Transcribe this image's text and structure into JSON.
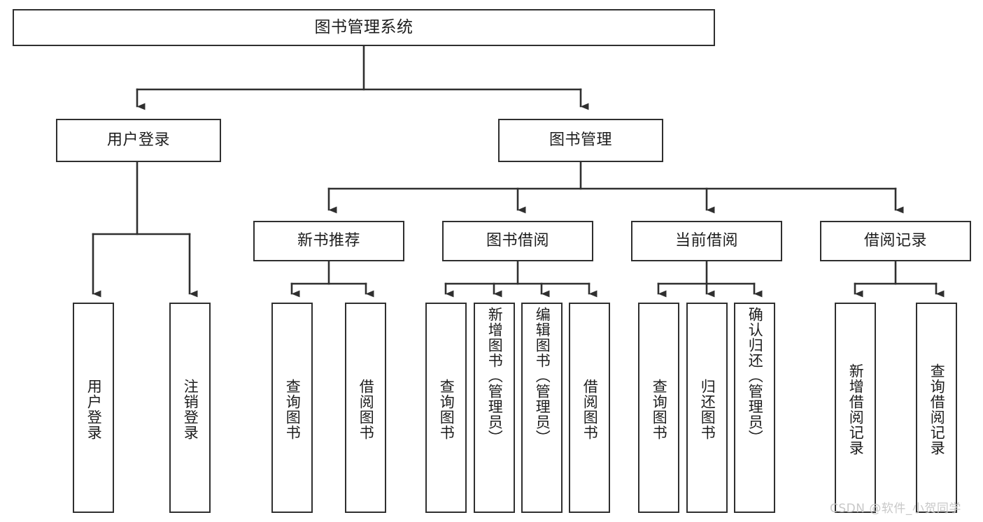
{
  "diagram": {
    "title": "图书管理系统",
    "type": "tree-hierarchy-diagram",
    "colors": {
      "stroke": "#2f2f2f",
      "fill": "#ffffff",
      "text": "#1d1d1d",
      "watermark": "#c8c8c8"
    },
    "nodes": {
      "root": {
        "label": "图书管理系统"
      },
      "level2": [
        {
          "id": "user-login",
          "label": "用户登录"
        },
        {
          "id": "book-manage",
          "label": "图书管理"
        }
      ],
      "level3": [
        {
          "id": "new-book-recommend",
          "label": "新书推荐"
        },
        {
          "id": "book-borrow",
          "label": "图书借阅"
        },
        {
          "id": "current-borrow",
          "label": "当前借阅"
        },
        {
          "id": "borrow-record",
          "label": "借阅记录"
        }
      ],
      "leaves": {
        "user_login": [
          {
            "id": "leaf-user-login",
            "label": "用户登录"
          },
          {
            "id": "leaf-logout",
            "label": "注销登录"
          }
        ],
        "new_book_recommend": [
          {
            "id": "leaf-query-book-1",
            "label": "查询图书"
          },
          {
            "id": "leaf-borrow-book-1",
            "label": "借阅图书"
          }
        ],
        "book_borrow": [
          {
            "id": "leaf-query-book-2",
            "label": "查询图书"
          },
          {
            "id": "leaf-add-book",
            "label": "新增图书（管理员）"
          },
          {
            "id": "leaf-edit-book",
            "label": "编辑图书（管理员）"
          },
          {
            "id": "leaf-borrow-book-2",
            "label": "借阅图书"
          }
        ],
        "current_borrow": [
          {
            "id": "leaf-query-book-3",
            "label": "查询图书"
          },
          {
            "id": "leaf-return-book",
            "label": "归还图书"
          },
          {
            "id": "leaf-confirm-return",
            "label": "确认归还（管理员）"
          }
        ],
        "borrow_record": [
          {
            "id": "leaf-add-record",
            "label": "新增借阅记录"
          },
          {
            "id": "leaf-query-record",
            "label": "查询借阅记录"
          }
        ]
      }
    },
    "watermark": "CSDN @软件_小贺同学"
  }
}
